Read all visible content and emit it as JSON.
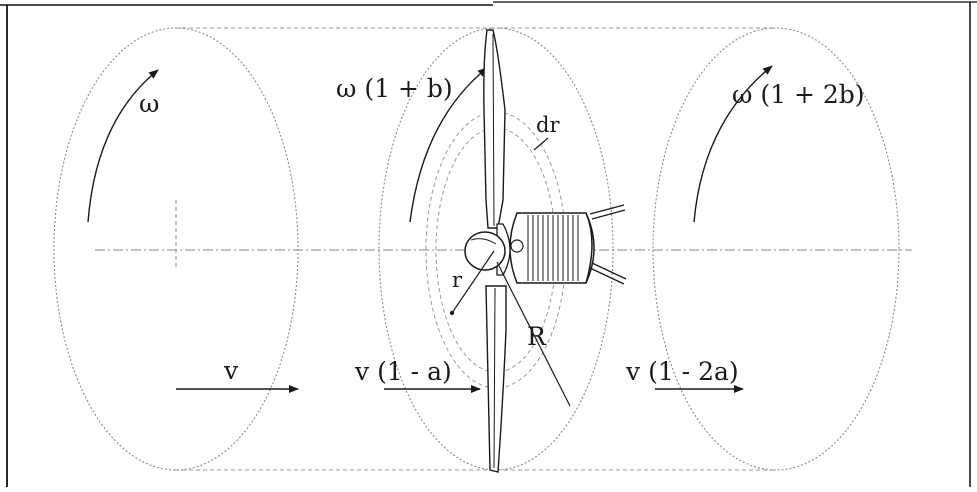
{
  "labels": {
    "omega": "ω",
    "omega_rotor": "ω (1 + b)",
    "omega_wake": "ω (1 + 2b)",
    "dr": "dr",
    "r": "r",
    "R": "R",
    "v": "v",
    "v_rotor": "v (1 - a)",
    "v_wake": "v (1 - 2a)"
  },
  "colors": {
    "line": "#1a1a1a",
    "dashed": "#9a9a9a",
    "frame": "#111111"
  }
}
